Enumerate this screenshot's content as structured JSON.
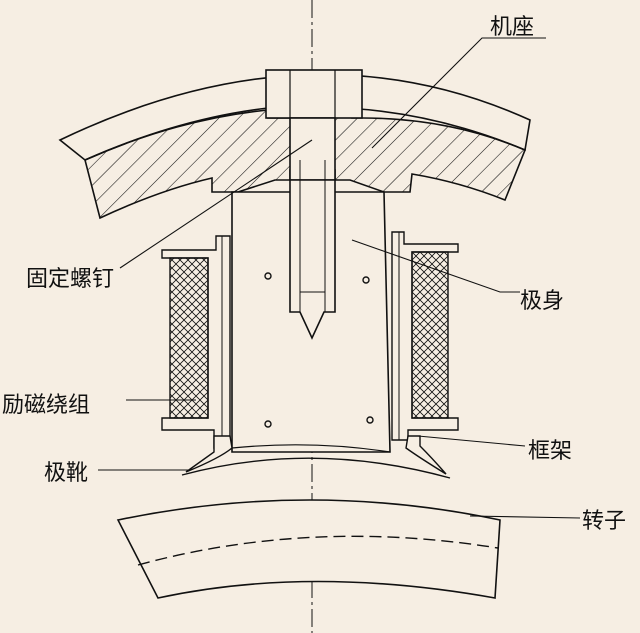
{
  "diagram": {
    "background": "#f6eee3",
    "stroke": "#111111",
    "labels": {
      "frame": "机座",
      "fixing_screw": "固定螺钉",
      "pole_body": "极身",
      "field_winding": "励磁绕组",
      "coil_former": "框架",
      "pole_shoe": "极靴",
      "rotor": "转子"
    }
  }
}
